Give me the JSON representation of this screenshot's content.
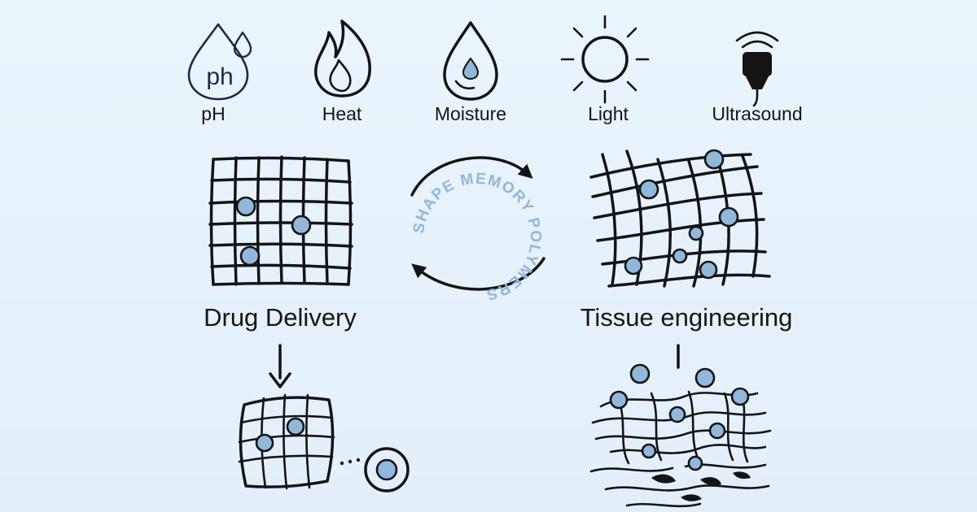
{
  "triggers": [
    {
      "label": "pH",
      "icon": "ph-drop-icon"
    },
    {
      "label": "Heat",
      "icon": "flame-icon"
    },
    {
      "label": "Moisture",
      "icon": "water-drop-icon"
    },
    {
      "label": "Light",
      "icon": "sun-icon"
    },
    {
      "label": "Ultrasound",
      "icon": "ultrasound-probe-icon"
    }
  ],
  "ph_icon_text": "ph",
  "center_label": "SHAPE MEMORY POLYMERS",
  "applications": {
    "left": "Drug Delivery",
    "right": "Tissue engineering"
  },
  "colors": {
    "ink": "#141414",
    "accent_blue": "#8fb8db",
    "icon_navy": "#1b2a4a",
    "ring_text": "#8fb8db",
    "background": "#e6f2fa"
  }
}
